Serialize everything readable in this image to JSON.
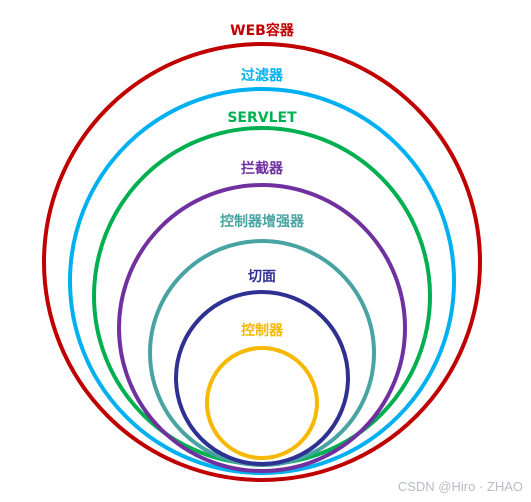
{
  "diagram": {
    "layers": [
      {
        "id": "web-container",
        "label": "WEB容器",
        "color": "#c00000"
      },
      {
        "id": "filter",
        "label": "过滤器",
        "color": "#00b0f0"
      },
      {
        "id": "servlet",
        "label": "SERVLET",
        "color": "#00b050"
      },
      {
        "id": "interceptor",
        "label": "拦截器",
        "color": "#7030a0"
      },
      {
        "id": "enhancer",
        "label": "控制器增强器",
        "color": "#4aa3a3"
      },
      {
        "id": "aspect",
        "label": "切面",
        "color": "#2e3192"
      },
      {
        "id": "controller",
        "label": "控制器",
        "color": "#f6b800"
      }
    ],
    "innermost": {
      "id": "core",
      "label": "",
      "color": "#f6b800"
    }
  },
  "watermark": "CSDN @Hiro · ZHAO"
}
